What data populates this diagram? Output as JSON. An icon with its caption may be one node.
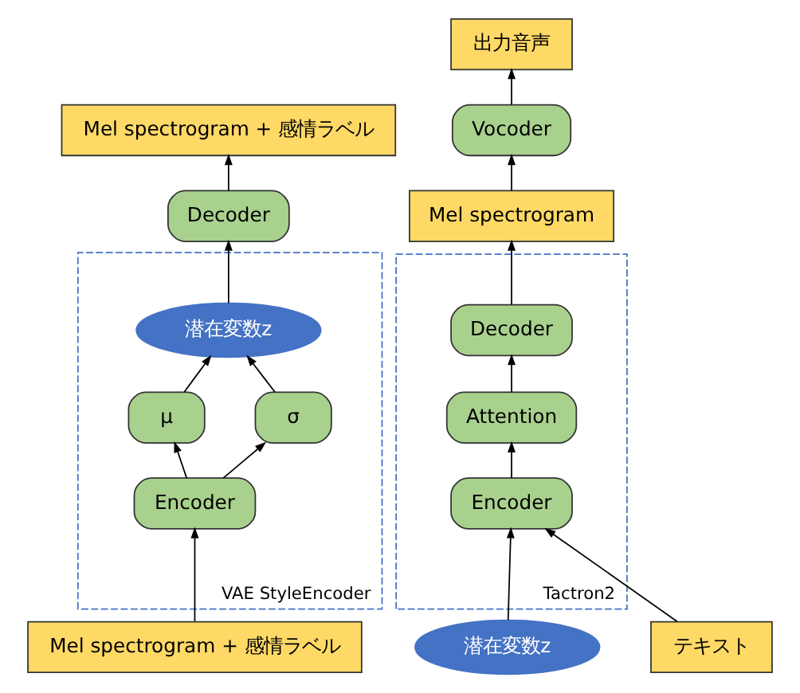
{
  "diagram": {
    "nodes": [
      {
        "text": [
          "Mel spectrogram + 感情ラベル"
        ]
      },
      {
        "text": [
          "Decoder"
        ]
      },
      {
        "text": [
          "VAE StyleEncoder"
        ]
      },
      {
        "text": [
          "潜在変数z"
        ],
        "in": 2
      },
      {
        "text": [
          "μ"
        ],
        "in": 2
      },
      {
        "text": [
          "σ"
        ],
        "in": 2
      },
      {
        "text": [
          "Encoder"
        ],
        "in": 2
      },
      {
        "text": [
          "Mel spectrogram + 感情ラベル"
        ]
      },
      {
        "text": [
          "出力音声"
        ]
      },
      {
        "text": [
          "Vocoder"
        ]
      },
      {
        "text": [
          "Mel spectrogram"
        ]
      },
      {
        "text": [
          "Tactron2"
        ]
      },
      {
        "text": [
          "Decoder"
        ],
        "in": 11
      },
      {
        "text": [
          "Attention"
        ],
        "in": 11
      },
      {
        "text": [
          "Encoder"
        ],
        "in": 11
      },
      {
        "text": [
          "潜在変数z"
        ]
      },
      {
        "text": [
          "テキスト"
        ]
      }
    ],
    "edges": [
      {
        "from": 7,
        "to": 6,
        "arrow": "to"
      },
      {
        "from": 6,
        "to": 4,
        "arrow": "to"
      },
      {
        "from": 6,
        "to": 5,
        "arrow": "to"
      },
      {
        "from": 4,
        "to": 3,
        "arrow": "to"
      },
      {
        "from": 5,
        "to": 3,
        "arrow": "to"
      },
      {
        "from": 3,
        "to": 1,
        "arrow": "to"
      },
      {
        "from": 1,
        "to": 0,
        "arrow": "to"
      },
      {
        "from": 15,
        "to": 14,
        "arrow": "to"
      },
      {
        "from": 16,
        "to": 14,
        "arrow": "to"
      },
      {
        "from": 14,
        "to": 13,
        "arrow": "to"
      },
      {
        "from": 13,
        "to": 12,
        "arrow": "to"
      },
      {
        "from": 12,
        "to": 10,
        "arrow": "to"
      },
      {
        "from": 10,
        "to": 9,
        "arrow": "to"
      },
      {
        "from": 9,
        "to": 8,
        "arrow": "to"
      }
    ]
  }
}
